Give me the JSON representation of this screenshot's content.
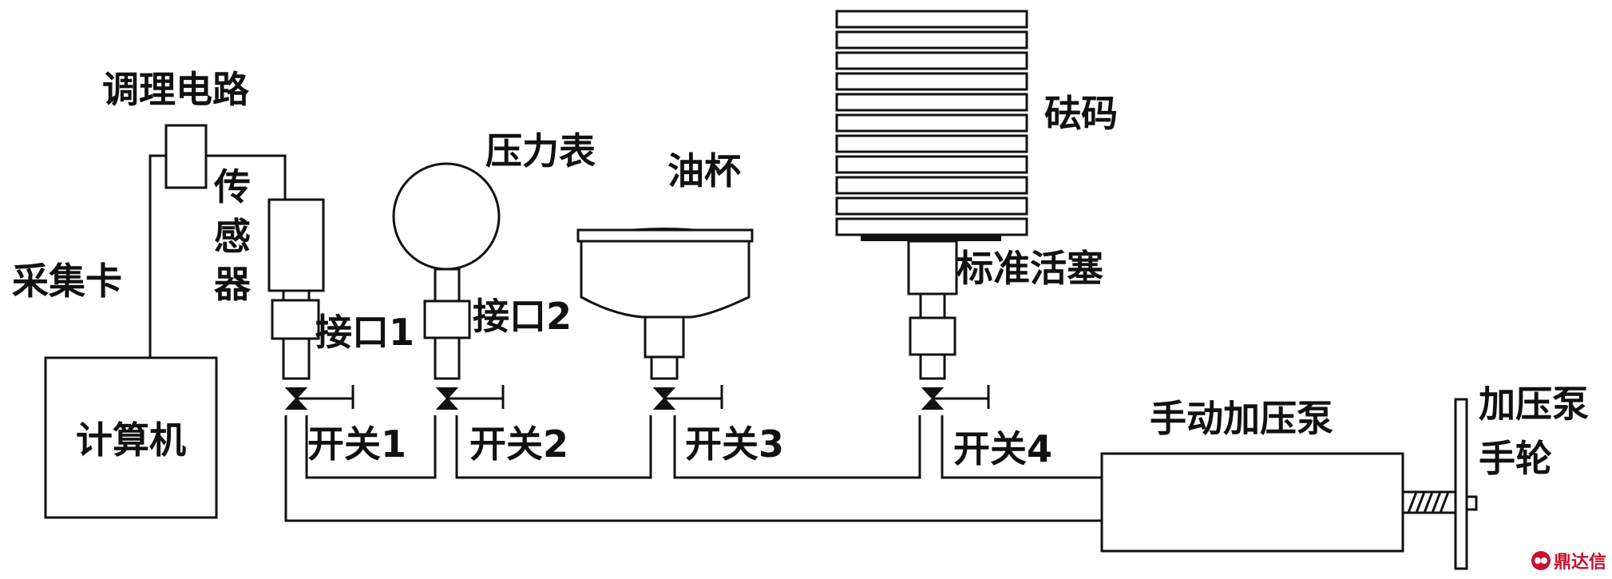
{
  "labels": {
    "conditioning_circuit": "调理电路",
    "sensor": [
      "传",
      "感",
      "器"
    ],
    "acquisition_card": "采集卡",
    "computer": "计算机",
    "port1": "接口1",
    "port2": "接口2",
    "pressure_gauge": "压力表",
    "oil_cup": "油杯",
    "weights": "砝码",
    "standard_piston": "标准活塞",
    "switch1": "开关1",
    "switch2": "开关2",
    "switch3": "开关3",
    "switch4": "开关4",
    "manual_pump": "手动加压泵",
    "pump_handwheel": [
      "加压泵",
      "手轮"
    ]
  },
  "watermark": {
    "text": "鼎达信",
    "color": "#c8102e"
  }
}
